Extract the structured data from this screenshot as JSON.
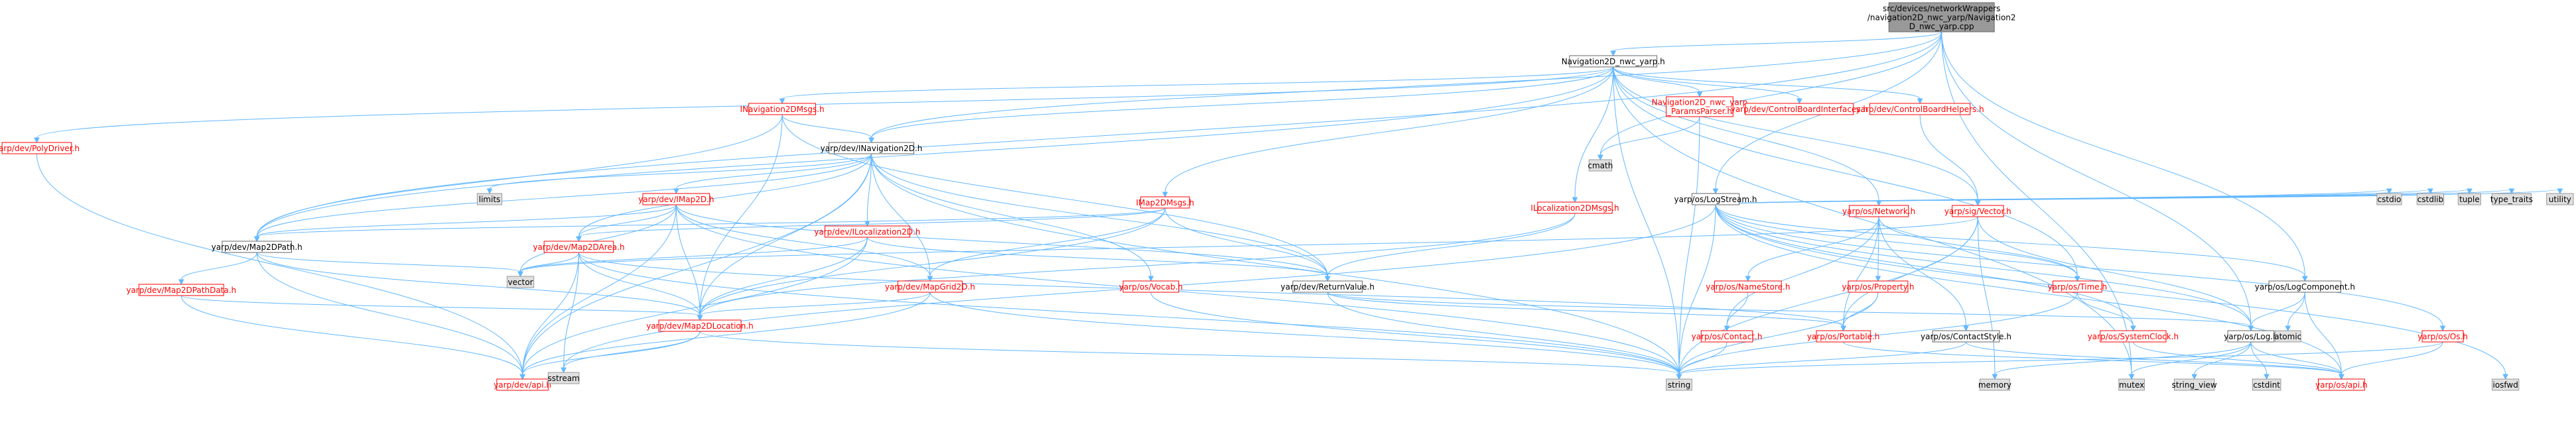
{
  "colors": {
    "root_fill": "#999999",
    "file_fill": "#ffffff",
    "file_border": "#666666",
    "missing_border": "#ff0000",
    "missing_text": "#ff0000",
    "std_fill": "#e0e0e0",
    "std_border": "#999999",
    "edge": "#63b8ff"
  },
  "nodes": [
    {
      "id": "root",
      "kind": "root",
      "lines": [
        "src/devices/networkWrappers",
        "/navigation2D_nwc_yarp/Navigation2",
        "D_nwc_yarp.cpp"
      ]
    },
    {
      "id": "nav2dh",
      "kind": "file",
      "lines": [
        "Navigation2D_nwc_yarp.h"
      ]
    },
    {
      "id": "polydriver",
      "kind": "missing",
      "lines": [
        "yarp/dev/PolyDriver.h"
      ]
    },
    {
      "id": "inav2dmsgs",
      "kind": "missing",
      "lines": [
        "INavigation2DMsgs.h"
      ]
    },
    {
      "id": "inav2d",
      "kind": "file",
      "lines": [
        "yarp/dev/INavigation2D.h"
      ]
    },
    {
      "id": "parser",
      "kind": "missing",
      "lines": [
        "Navigation2D_nwc_yarp",
        "_ParamsParser.h"
      ]
    },
    {
      "id": "cbif",
      "kind": "missing",
      "lines": [
        "yarp/dev/ControlBoardInterfaces.h"
      ]
    },
    {
      "id": "cbhelpers",
      "kind": "missing",
      "lines": [
        "yarp/dev/ControlBoardHelpers.h"
      ]
    },
    {
      "id": "logstream",
      "kind": "file",
      "lines": [
        "yarp/os/LogStream.h"
      ]
    },
    {
      "id": "imap2dmsgs",
      "kind": "missing",
      "lines": [
        "IMap2DMsgs.h"
      ]
    },
    {
      "id": "iloc2dmsgs",
      "kind": "missing",
      "lines": [
        "ILocalization2DMsgs.h"
      ]
    },
    {
      "id": "network",
      "kind": "missing",
      "lines": [
        "yarp/os/Network.h"
      ]
    },
    {
      "id": "sigvector",
      "kind": "missing",
      "lines": [
        "yarp/sig/Vector.h"
      ]
    },
    {
      "id": "imap2d",
      "kind": "missing",
      "lines": [
        "yarp/dev/IMap2D.h"
      ]
    },
    {
      "id": "iloc2d",
      "kind": "missing",
      "lines": [
        "yarp/dev/ILocalization2D.h"
      ]
    },
    {
      "id": "map2dpath",
      "kind": "file",
      "lines": [
        "yarp/dev/Map2DPath.h"
      ]
    },
    {
      "id": "map2darea",
      "kind": "missing",
      "lines": [
        "yarp/dev/Map2DArea.h"
      ]
    },
    {
      "id": "map2dpathdata",
      "kind": "missing",
      "lines": [
        "yarp/dev/Map2DPathData.h"
      ]
    },
    {
      "id": "mapgrid",
      "kind": "missing",
      "lines": [
        "yarp/dev/MapGrid2D.h"
      ]
    },
    {
      "id": "vocab",
      "kind": "missing",
      "lines": [
        "yarp/os/Vocab.h"
      ]
    },
    {
      "id": "retval",
      "kind": "file",
      "lines": [
        "yarp/dev/ReturnValue.h"
      ]
    },
    {
      "id": "nameStore",
      "kind": "missing",
      "lines": [
        "yarp/os/NameStore.h"
      ]
    },
    {
      "id": "property",
      "kind": "missing",
      "lines": [
        "yarp/os/Property.h"
      ]
    },
    {
      "id": "ostime",
      "kind": "missing",
      "lines": [
        "yarp/os/Time.h"
      ]
    },
    {
      "id": "map2dloc",
      "kind": "missing",
      "lines": [
        "yarp/dev/Map2DLocation.h"
      ]
    },
    {
      "id": "contact",
      "kind": "missing",
      "lines": [
        "yarp/os/Contact.h"
      ]
    },
    {
      "id": "portable",
      "kind": "missing",
      "lines": [
        "yarp/os/Portable.h"
      ]
    },
    {
      "id": "contactstyle",
      "kind": "file",
      "lines": [
        "yarp/os/ContactStyle.h"
      ]
    },
    {
      "id": "syscl",
      "kind": "missing",
      "lines": [
        "yarp/os/SystemClock.h"
      ]
    },
    {
      "id": "oslog",
      "kind": "file",
      "lines": [
        "yarp/os/Log.h"
      ]
    },
    {
      "id": "logcomp",
      "kind": "file",
      "lines": [
        "yarp/os/LogComponent.h"
      ]
    },
    {
      "id": "osos",
      "kind": "missing",
      "lines": [
        "yarp/os/Os.h"
      ]
    },
    {
      "id": "devapi",
      "kind": "missing",
      "lines": [
        "yarp/dev/api.h"
      ]
    },
    {
      "id": "osapi",
      "kind": "missing",
      "lines": [
        "yarp/os/api.h"
      ]
    },
    {
      "id": "cmath",
      "kind": "std",
      "lines": [
        "cmath"
      ]
    },
    {
      "id": "limits",
      "kind": "std",
      "lines": [
        "limits"
      ]
    },
    {
      "id": "vector",
      "kind": "std",
      "lines": [
        "vector"
      ]
    },
    {
      "id": "sstream",
      "kind": "std",
      "lines": [
        "sstream"
      ]
    },
    {
      "id": "string",
      "kind": "std",
      "lines": [
        "string"
      ]
    },
    {
      "id": "memory",
      "kind": "std",
      "lines": [
        "memory"
      ]
    },
    {
      "id": "mutex",
      "kind": "std",
      "lines": [
        "mutex"
      ]
    },
    {
      "id": "string_view",
      "kind": "std",
      "lines": [
        "string_view"
      ]
    },
    {
      "id": "cstdint",
      "kind": "std",
      "lines": [
        "cstdint"
      ]
    },
    {
      "id": "atomic",
      "kind": "std",
      "lines": [
        "atomic"
      ]
    },
    {
      "id": "iosfwd",
      "kind": "std",
      "lines": [
        "iosfwd"
      ]
    },
    {
      "id": "cstdio",
      "kind": "std",
      "lines": [
        "cstdio"
      ]
    },
    {
      "id": "cstdlib",
      "kind": "std",
      "lines": [
        "cstdlib"
      ]
    },
    {
      "id": "tuple",
      "kind": "std",
      "lines": [
        "tuple"
      ]
    },
    {
      "id": "type_traits",
      "kind": "std",
      "lines": [
        "type_traits"
      ]
    },
    {
      "id": "utility",
      "kind": "std",
      "lines": [
        "utility"
      ]
    }
  ],
  "edges": [
    [
      "root",
      "nav2dh"
    ],
    [
      "root",
      "inav2d"
    ],
    [
      "root",
      "map2dpath"
    ],
    [
      "root",
      "cmath"
    ],
    [
      "root",
      "mutex"
    ],
    [
      "root",
      "oslog"
    ],
    [
      "root",
      "logcomp"
    ],
    [
      "root",
      "logstream"
    ],
    [
      "nav2dh",
      "polydriver"
    ],
    [
      "nav2dh",
      "inav2dmsgs"
    ],
    [
      "nav2dh",
      "inav2d"
    ],
    [
      "nav2dh",
      "parser"
    ],
    [
      "nav2dh",
      "cbif"
    ],
    [
      "nav2dh",
      "cbhelpers"
    ],
    [
      "nav2dh",
      "imap2dmsgs"
    ],
    [
      "nav2dh",
      "iloc2dmsgs"
    ],
    [
      "nav2dh",
      "network"
    ],
    [
      "nav2dh",
      "sigvector"
    ],
    [
      "nav2dh",
      "ostime"
    ],
    [
      "nav2dh",
      "mutex"
    ],
    [
      "nav2dh",
      "string"
    ],
    [
      "nav2dh",
      "map2dpath"
    ],
    [
      "polydriver",
      "devapi"
    ],
    [
      "inav2dmsgs",
      "inav2d"
    ],
    [
      "inav2dmsgs",
      "map2dpath"
    ],
    [
      "inav2dmsgs",
      "map2dloc"
    ],
    [
      "inav2dmsgs",
      "retval"
    ],
    [
      "inav2d",
      "limits"
    ],
    [
      "inav2d",
      "imap2d"
    ],
    [
      "inav2d",
      "iloc2d"
    ],
    [
      "inav2d",
      "map2dpath"
    ],
    [
      "inav2d",
      "map2darea"
    ],
    [
      "inav2d",
      "mapgrid"
    ],
    [
      "inav2d",
      "map2dloc"
    ],
    [
      "inav2d",
      "vocab"
    ],
    [
      "inav2d",
      "retval"
    ],
    [
      "inav2d",
      "string"
    ],
    [
      "inav2d",
      "devapi"
    ],
    [
      "parser",
      "cmath"
    ],
    [
      "parser",
      "string"
    ],
    [
      "cbhelpers",
      "sigvector"
    ],
    [
      "imap2dmsgs",
      "map2dpath"
    ],
    [
      "imap2dmsgs",
      "map2darea"
    ],
    [
      "imap2dmsgs",
      "mapgrid"
    ],
    [
      "imap2dmsgs",
      "map2dloc"
    ],
    [
      "imap2dmsgs",
      "retval"
    ],
    [
      "iloc2dmsgs",
      "retval"
    ],
    [
      "iloc2dmsgs",
      "map2dloc"
    ],
    [
      "network",
      "nameStore"
    ],
    [
      "network",
      "property"
    ],
    [
      "network",
      "contact"
    ],
    [
      "network",
      "contactstyle"
    ],
    [
      "network",
      "portable"
    ],
    [
      "network",
      "ostime"
    ],
    [
      "sigvector",
      "vector"
    ],
    [
      "sigvector",
      "portable"
    ],
    [
      "sigvector",
      "oslog"
    ],
    [
      "sigvector",
      "memory"
    ],
    [
      "sigvector",
      "string"
    ],
    [
      "imap2d",
      "map2dpath"
    ],
    [
      "imap2d",
      "map2darea"
    ],
    [
      "imap2d",
      "mapgrid"
    ],
    [
      "imap2d",
      "map2dloc"
    ],
    [
      "imap2d",
      "vector"
    ],
    [
      "imap2d",
      "retval"
    ],
    [
      "imap2d",
      "string"
    ],
    [
      "imap2d",
      "devapi"
    ],
    [
      "iloc2d",
      "vector"
    ],
    [
      "iloc2d",
      "map2dloc"
    ],
    [
      "iloc2d",
      "retval"
    ],
    [
      "iloc2d",
      "devapi"
    ],
    [
      "map2dpath",
      "map2dpathdata"
    ],
    [
      "map2dpath",
      "map2dloc"
    ],
    [
      "map2dpath",
      "vector"
    ],
    [
      "map2dpath",
      "devapi"
    ],
    [
      "map2darea",
      "map2dloc"
    ],
    [
      "map2darea",
      "vector"
    ],
    [
      "map2darea",
      "sstream"
    ],
    [
      "map2darea",
      "string"
    ],
    [
      "map2darea",
      "devapi"
    ],
    [
      "map2darea",
      "portable"
    ],
    [
      "map2dpathdata",
      "map2dloc"
    ],
    [
      "map2dpathdata",
      "devapi"
    ],
    [
      "mapgrid",
      "map2dloc"
    ],
    [
      "mapgrid",
      "devapi"
    ],
    [
      "mapgrid",
      "string"
    ],
    [
      "vocab",
      "string"
    ],
    [
      "retval",
      "portable"
    ],
    [
      "retval",
      "string"
    ],
    [
      "retval",
      "oslog"
    ],
    [
      "nameStore",
      "contact"
    ],
    [
      "property",
      "portable"
    ],
    [
      "property",
      "string"
    ],
    [
      "ostime",
      "syscl"
    ],
    [
      "ostime",
      "string"
    ],
    [
      "map2dloc",
      "sstream"
    ],
    [
      "map2dloc",
      "string"
    ],
    [
      "map2dloc",
      "devapi"
    ],
    [
      "contact",
      "string"
    ],
    [
      "contactstyle",
      "string"
    ],
    [
      "contactstyle",
      "osapi"
    ],
    [
      "portable",
      "osapi"
    ],
    [
      "syscl",
      "osapi"
    ],
    [
      "oslog",
      "mutex"
    ],
    [
      "oslog",
      "string_view"
    ],
    [
      "oslog",
      "cstdint"
    ],
    [
      "oslog",
      "osapi"
    ],
    [
      "oslog",
      "memory"
    ],
    [
      "logcomp",
      "oslog"
    ],
    [
      "logcomp",
      "atomic"
    ],
    [
      "logcomp",
      "osapi"
    ],
    [
      "osos",
      "osapi"
    ],
    [
      "osos",
      "string"
    ],
    [
      "logstream",
      "string"
    ],
    [
      "logstream",
      "sstream"
    ],
    [
      "logstream",
      "oslog"
    ],
    [
      "logstream",
      "logcomp"
    ],
    [
      "logstream",
      "osos"
    ],
    [
      "logstream",
      "ostime"
    ],
    [
      "logstream",
      "syscl"
    ],
    [
      "logstream",
      "cstdio"
    ],
    [
      "logstream",
      "cstdlib"
    ],
    [
      "logstream",
      "tuple"
    ],
    [
      "logstream",
      "type_traits"
    ],
    [
      "logstream",
      "utility"
    ],
    [
      "logstream",
      "iosfwd"
    ],
    [
      "logstream",
      "osapi"
    ]
  ]
}
